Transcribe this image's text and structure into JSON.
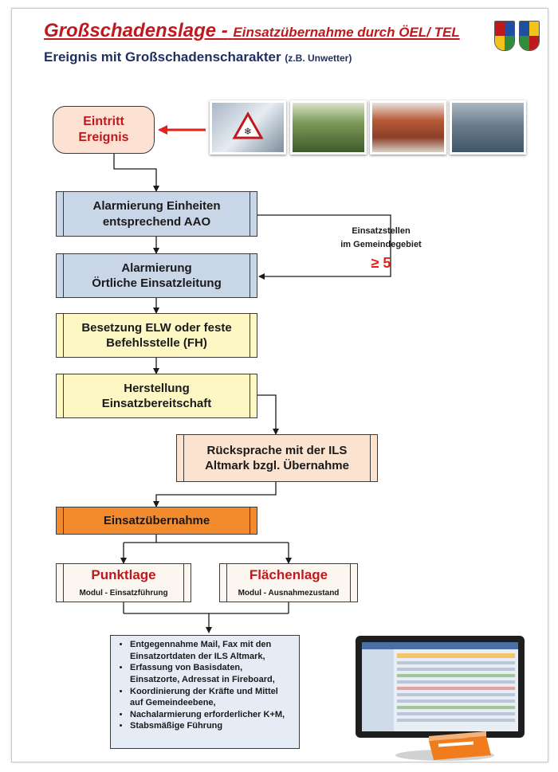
{
  "title": {
    "main": "Großschadenslage -",
    "sub": "Einsatzübernahme durch ÖEL/ TEL"
  },
  "subtitle": {
    "main": "Ereignis mit Großschadenscharakter",
    "note": "(z.B. Unwetter)"
  },
  "event": {
    "line1": "Eintritt",
    "line2": "Ereignis"
  },
  "photos": [
    "storm-warning-photo",
    "fallen-trees-photo",
    "damaged-roof-photo",
    "flooded-street-photo"
  ],
  "steps": {
    "alarm_units": {
      "line1": "Alarmierung Einheiten",
      "line2": "entsprechend AAO"
    },
    "alarm_local": {
      "line1": "Alarmierung",
      "line2": "Örtliche Einsatzleitung"
    },
    "elw": {
      "line1": "Besetzung ELW oder feste",
      "line2": "Befehlsstelle (FH)"
    },
    "readiness": {
      "line1": "Herstellung",
      "line2": "Einsatzbereitschaft"
    },
    "ils": {
      "line1": "Rücksprache mit der ILS",
      "line2": "Altmark bzgl. Übernahme"
    },
    "takeover": {
      "label": "Einsatzübernahme"
    },
    "point": {
      "label": "Punktlage",
      "module": "Modul - Einsatzführung"
    },
    "area": {
      "label": "Flächenlage",
      "module": "Modul - Ausnahmezustand"
    }
  },
  "condition": {
    "line1": "Einsatzstellen",
    "line2": "im Gemeindegebiet",
    "threshold": "≥ 5"
  },
  "tasks": [
    "Entgegennahme Mail, Fax mit den Einsatzortdaten der ILS Altmark,",
    "Erfassung von Basisdaten, Einsatzorte, Adressat in Fireboard,",
    "Koordinierung der Kräfte und Mittel auf Gemeindeebene,",
    "Nachalarmierung erforderlicher K+M,",
    "Stabsmäßige Führung"
  ],
  "colors": {
    "title_red": "#c0191d",
    "subtitle_navy": "#1f2f5e",
    "blue_box": "#c9d6e8",
    "yellow_box": "#fdf7c4",
    "peach_box": "#fbe3cf",
    "orange_box": "#f28a2e",
    "arrow_red": "#e3201b"
  }
}
